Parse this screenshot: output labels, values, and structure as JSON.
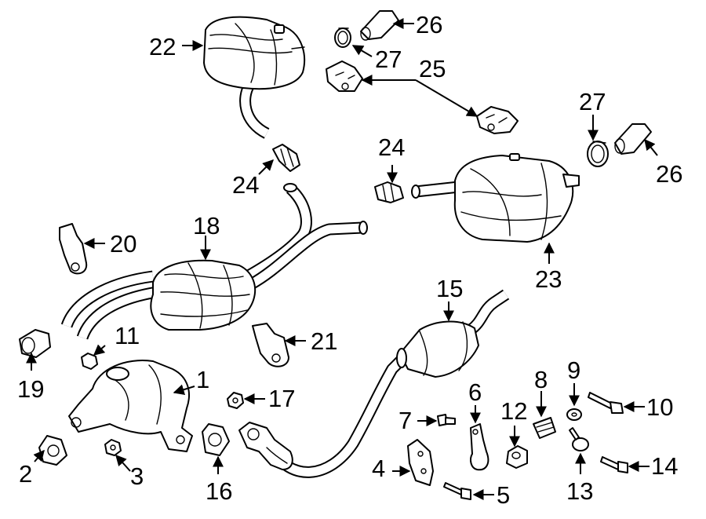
{
  "callouts": [
    {
      "id": "1",
      "text": "1"
    },
    {
      "id": "2",
      "text": "2"
    },
    {
      "id": "3",
      "text": "3"
    },
    {
      "id": "4",
      "text": "4"
    },
    {
      "id": "5",
      "text": "5"
    },
    {
      "id": "6",
      "text": "6"
    },
    {
      "id": "7",
      "text": "7"
    },
    {
      "id": "8",
      "text": "8"
    },
    {
      "id": "9",
      "text": "9"
    },
    {
      "id": "10",
      "text": "10"
    },
    {
      "id": "11",
      "text": "11"
    },
    {
      "id": "12",
      "text": "12"
    },
    {
      "id": "13",
      "text": "13"
    },
    {
      "id": "14",
      "text": "14"
    },
    {
      "id": "15",
      "text": "15"
    },
    {
      "id": "16",
      "text": "16"
    },
    {
      "id": "17",
      "text": "17"
    },
    {
      "id": "18",
      "text": "18"
    },
    {
      "id": "19",
      "text": "19"
    },
    {
      "id": "20",
      "text": "20"
    },
    {
      "id": "21",
      "text": "21"
    },
    {
      "id": "22",
      "text": "22"
    },
    {
      "id": "23",
      "text": "23"
    },
    {
      "id": "24a",
      "text": "24"
    },
    {
      "id": "24b",
      "text": "24"
    },
    {
      "id": "25",
      "text": "25"
    },
    {
      "id": "26a",
      "text": "26"
    },
    {
      "id": "26b",
      "text": "26"
    },
    {
      "id": "27a",
      "text": "27"
    },
    {
      "id": "27b",
      "text": "27"
    }
  ]
}
